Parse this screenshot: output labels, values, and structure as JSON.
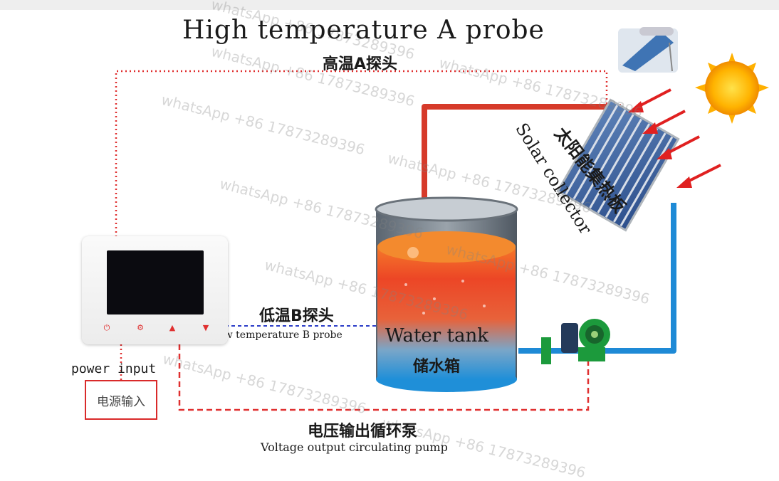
{
  "labels": {
    "title_en": "High temperature A probe",
    "title_cn": "高温A探头",
    "solar_cn": "太阳能集热板",
    "solar_en": "Solar collector",
    "low_cn": "低温B探头",
    "low_en": "Low temperature B probe",
    "tank_en": "Water tank",
    "tank_cn": "储水箱",
    "power_en": "power input",
    "power_cn": "电源输入",
    "pump_cn": "电压输出循环泵",
    "pump_en": "Voltage output circulating pump"
  },
  "watermark": "whatsApp +86 17873289396",
  "colors": {
    "hot_pipe": "#d63a2a",
    "cold_pipe": "#1e8ad6",
    "dotted_line": "#e03030",
    "probe_b_line": "#2a3cc8",
    "arrow": "#e02020"
  }
}
